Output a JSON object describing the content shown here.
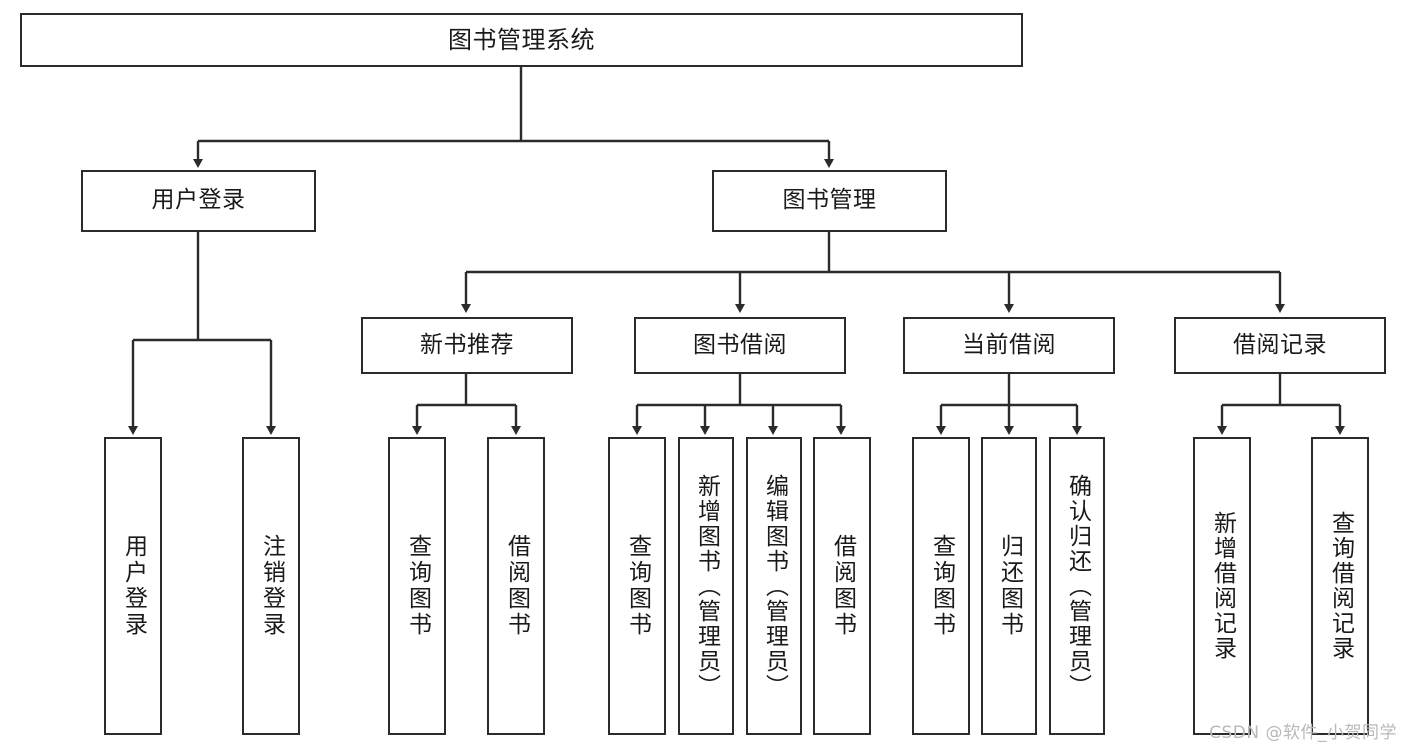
{
  "diagram": {
    "title": "图书管理系统",
    "type": "tree-hierarchy-chart",
    "watermark": "CSDN @软件_小贺同学",
    "colors": {
      "box_border": "#2b2b2b",
      "box_fill": "#ffffff",
      "edge": "#2b2b2b",
      "text": "#1a1a1a",
      "watermark": "#b9b9b9"
    },
    "root": {
      "label": "图书管理系统"
    },
    "level2": [
      {
        "label": "用户登录"
      },
      {
        "label": "图书管理"
      }
    ],
    "level3": [
      {
        "label": "新书推荐"
      },
      {
        "label": "图书借阅"
      },
      {
        "label": "当前借阅"
      },
      {
        "label": "借阅记录"
      }
    ],
    "leaves": {
      "user_login": [
        {
          "label": "用户登录"
        },
        {
          "label": "注销登录"
        }
      ],
      "new_book_recommend": [
        {
          "label": "查询图书"
        },
        {
          "label": "借阅图书"
        }
      ],
      "book_borrow": [
        {
          "label": "查询图书"
        },
        {
          "label": "新增图书（管理员）"
        },
        {
          "label": "编辑图书（管理员）"
        },
        {
          "label": "借阅图书"
        }
      ],
      "current_borrow": [
        {
          "label": "查询图书"
        },
        {
          "label": "归还图书"
        },
        {
          "label": "确认归还（管理员）"
        }
      ],
      "borrow_record": [
        {
          "label": "新增借阅记录"
        },
        {
          "label": "查询借阅记录"
        }
      ]
    }
  }
}
